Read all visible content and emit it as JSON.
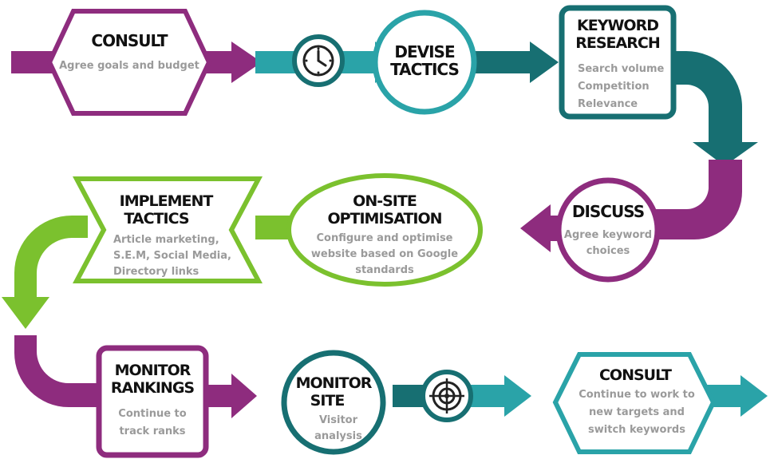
{
  "colors": {
    "purple": "#8e2c7e",
    "teal_light": "#2aa3a8",
    "teal_dark": "#176f72",
    "green": "#7bc12e",
    "title_text": "#111111",
    "sub_text": "#9a9a9a"
  },
  "steps": {
    "consult_1": {
      "title": "CONSULT",
      "lines": [
        "Agree goals and budget"
      ]
    },
    "clock": {
      "icon": "clock-icon"
    },
    "devise": {
      "title_lines": [
        "DEVISE",
        "TACTICS"
      ]
    },
    "keyword": {
      "title_lines": [
        "KEYWORD",
        "RESEARCH"
      ],
      "lines": [
        "Search volume",
        "Competition",
        "Relevance"
      ]
    },
    "discuss": {
      "title": "DISCUSS",
      "lines": [
        "Agree keyword",
        "choices"
      ]
    },
    "onsite": {
      "title_lines": [
        "ON-SITE",
        "OPTIMISATION"
      ],
      "lines": [
        "Configure and optimise",
        "website based on Google",
        "standards"
      ]
    },
    "implement": {
      "title_lines": [
        "IMPLEMENT",
        "TACTICS"
      ],
      "lines": [
        "Article marketing,",
        "S.E.M, Social Media,",
        "Directory links"
      ]
    },
    "rankings": {
      "title_lines": [
        "MONITOR",
        "RANKINGS"
      ],
      "lines": [
        "Continue to",
        "track ranks"
      ]
    },
    "site": {
      "title_lines": [
        "MONITOR",
        "SITE"
      ],
      "lines": [
        "Visitor",
        "analysis"
      ]
    },
    "target": {
      "icon": "target-icon"
    },
    "consult_2": {
      "title": "CONSULT",
      "lines": [
        "Continue to work to",
        "new targets and",
        "switch keywords"
      ]
    }
  }
}
